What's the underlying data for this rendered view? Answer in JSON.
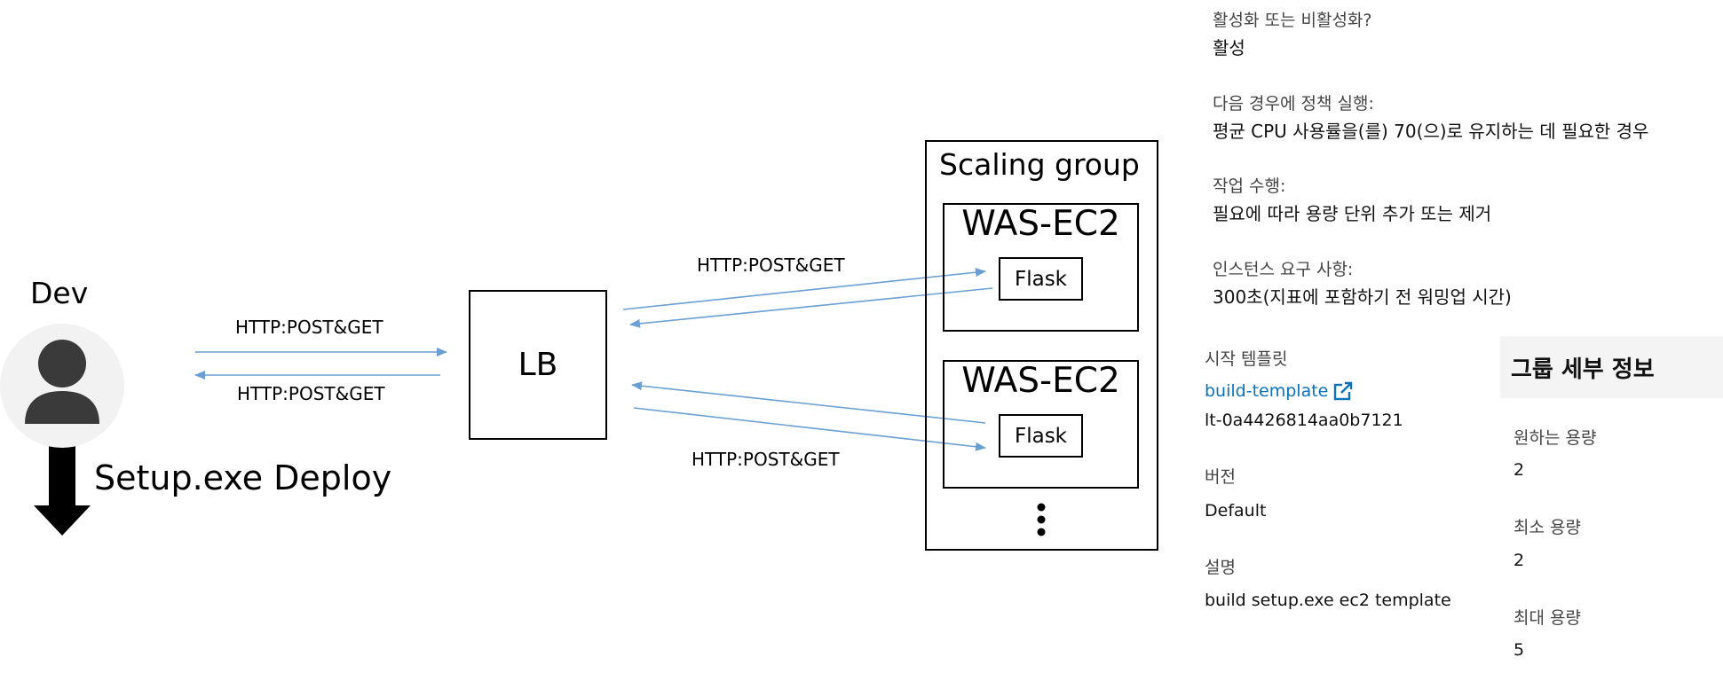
{
  "diagram": {
    "nodes": {
      "dev": "Dev",
      "deploy": "Setup.exe Deploy",
      "lb": "LB",
      "scaling_group": "Scaling group",
      "was_1": "WAS-EC2",
      "was_2": "WAS-EC2",
      "flask_1": "Flask",
      "flask_2": "Flask"
    },
    "edges": {
      "dev_to_lb": "HTTP:POST&GET",
      "lb_to_dev": "HTTP:POST&GET",
      "lb_to_was1": "HTTP:POST&GET",
      "lb_to_was2": "HTTP:POST&GET"
    },
    "colors": {
      "arrow": "#6a9fd4",
      "deploy_arrow": "#000000",
      "avatar": "#3a3a3a"
    }
  },
  "policy": {
    "enabled_label": "활성화 또는 비활성화?",
    "enabled_value": "활성",
    "trigger_label": "다음 경우에 정책 실행:",
    "trigger_value": "평균 CPU 사용률을(를) 70(으)로 유지하는 데 필요한 경우",
    "action_label": "작업 수행:",
    "action_value": "필요에 따라 용량 단위 추가 또는 제거",
    "warmup_label": "인스턴스 요구 사항:",
    "warmup_value": "300초(지표에 포함하기 전 워밍업 시간)"
  },
  "template": {
    "launch_template_label": "시작 템플릿",
    "launch_template_link": "build-template",
    "launch_template_id": "lt-0a4426814aa0b7121",
    "version_label": "버전",
    "version_value": "Default",
    "description_label": "설명",
    "description_value": "build setup.exe ec2 template"
  },
  "group_details": {
    "title": "그룹 세부 정보",
    "desired_label": "원하는 용량",
    "desired_value": "2",
    "min_label": "최소 용량",
    "min_value": "2",
    "max_label": "최대 용량",
    "max_value": "5"
  }
}
